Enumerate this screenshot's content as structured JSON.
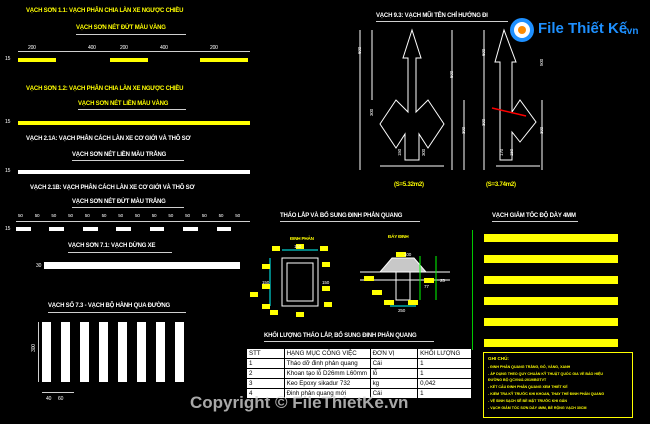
{
  "headings": {
    "h1": "VẠCH SƠN 1.1: VẠCH PHÂN CHIA LÀN XE NGƯỢC CHIỀU",
    "h1_sub": "VẠCH SƠN NÉT ĐỨT MÀU VÀNG",
    "h2": "VẠCH SƠN 1.2: VẠCH PHÂN CHIA LÀN XE NGƯỢC CHIỀU",
    "h2_sub": "VẠCH SƠN NÉT LIỀN MÀU VÀNG",
    "h3": "VẠCH 2.1A: VẠCH PHÂN CÁCH LÀN XE CƠ GIỚI VÀ THÔ SƠ",
    "h3_sub": "VẠCH SƠN NÉT LIỀN MÀU TRẮNG",
    "h4": "VẠCH 2.1B: VẠCH PHÂN CÁCH LÀN XE CƠ GIỚI VÀ THÔ SƠ",
    "h4_sub": "VẠCH SƠN NÉT ĐỨT MÀU TRẮNG",
    "h5": "VẠCH SƠN 7.1: VẠCH DỪNG XE",
    "h6": "VẠCH SỐ 7.3 - VẠCH BỘ HÀNH QUA ĐƯỜNG",
    "arrow_title": "VẠCH 9.3: VẠCH MŨI TÊN CHỈ HƯỚNG ĐI",
    "arrow_area1": "(S=5.32m2)",
    "arrow_area2": "(S=3.74m2)",
    "install_title": "THÁO LẮP VÀ BỔ SUNG ĐINH PHẢN QUANG",
    "speed_title": "VẠCH GIẢM TỐC ĐỘ DÀY 4MM",
    "qty_title": "KHỐI LƯỢNG THÁO LẮP, BỔ SUNG ĐINH PHẢN QUANG",
    "label_dinh1": "ĐINH PHẢN",
    "label_dinh2": "ĐÁY ĐINH",
    "note_title": "GHI CHÚ:"
  },
  "dims": {
    "d200a": "200",
    "d400a": "400",
    "d200b": "200",
    "d400b": "400",
    "d200c": "200",
    "d15a": "15",
    "d15b": "15",
    "d15c": "15",
    "d1520": "15",
    "dash50": [
      "50",
      "50",
      "50",
      "50",
      "50",
      "50",
      "50",
      "50",
      "50",
      "50",
      "50",
      "50",
      "50",
      "50"
    ],
    "d30": "30",
    "d300": "300",
    "d40": "40",
    "d60": "60",
    "arrow_dims": [
      "600",
      "300",
      "500",
      "300",
      "150",
      "300",
      "600",
      "300",
      "500",
      "300",
      "170",
      "150"
    ],
    "inst_dims": [
      "150",
      "150",
      "150",
      "100",
      "77",
      "25",
      "250"
    ]
  },
  "qty_table": {
    "headers": [
      "STT",
      "HẠNG MỤC CÔNG VIỆC",
      "ĐƠN VỊ",
      "KHỐI LƯỢNG"
    ],
    "rows": [
      [
        "1",
        "Tháo dỡ đinh phản quang",
        "Cái",
        "1"
      ],
      [
        "2",
        "Khoan tạo lỗ D26mm L60mm",
        "lỗ",
        "1"
      ],
      [
        "3",
        "Keo Epoxy sikadur 732",
        "kg",
        "0,042"
      ],
      [
        "4",
        "Đinh phản quang mới",
        "Cái",
        "1"
      ]
    ]
  },
  "notes": [
    "- ĐINH PHẢN QUANG TRẮNG, ĐỎ, VÀNG, XANH",
    "- ÁP DỤNG THEO QUY CHUẨN KỸ THUẬT QUỐC GIA VỀ BÁO HIỆU",
    "  ĐƯỜNG BỘ QCVN41:2019/BGTVT",
    "- KẾT CẤU ĐINH PHẢN QUANG XEM THIẾT KẾ",
    "- KIỂM TRA KỸ TRƯỚC KHI KHOAN, THAY THẾ ĐINH PHẢN QUANG",
    "- VỆ SINH SẠCH SẼ BỀ MẶT TRƯỚC KHI GẮN",
    "- VẠCH GIẢM TỐC SƠN DÀY 4MM, BỀ RỘNG VẠCH 30CM"
  ],
  "watermark": {
    "logo_text": "File Thiết Kế",
    "logo_sub": ".vn",
    "copyright": "Copyright © FileThietKe.vn"
  },
  "colors": {
    "yellow": "#ffff00",
    "white": "#ffffff",
    "green": "#00ff00",
    "cyan": "#00ffff",
    "background": "#000000",
    "logo_blue": "#1e90ff"
  }
}
